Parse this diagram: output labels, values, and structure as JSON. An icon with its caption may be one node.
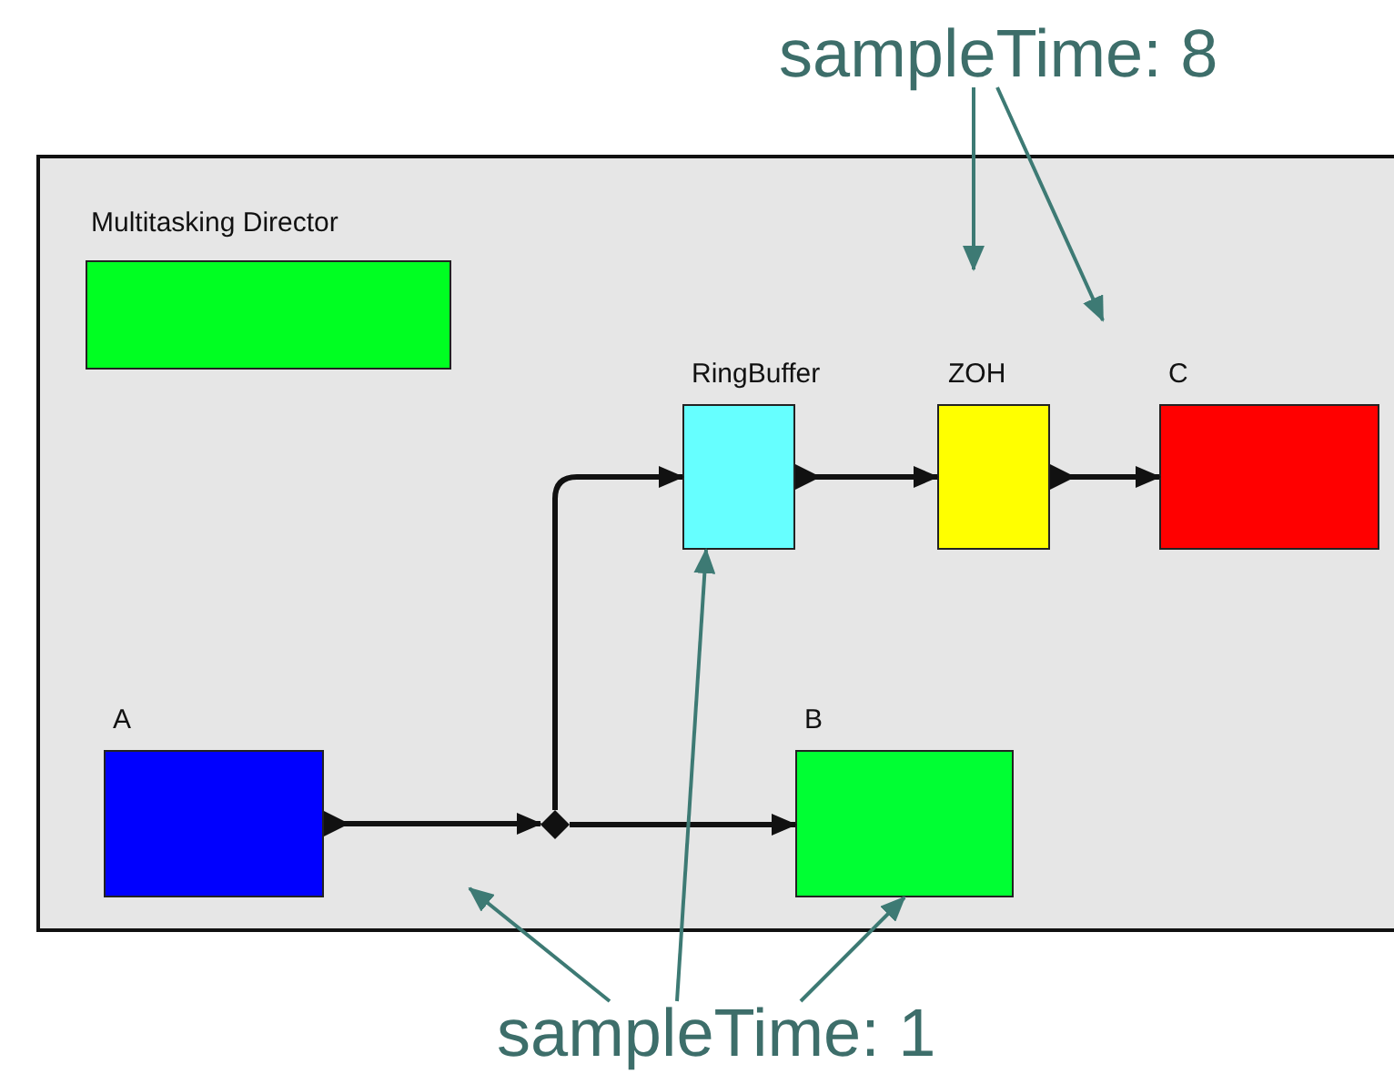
{
  "diagram": {
    "nodes": [
      {
        "text": [],
        "shape": "box"
      },
      {
        "text": [
          "Multitasking Director"
        ],
        "in": 0
      },
      {
        "text": [
          "A"
        ],
        "in": 0
      },
      {
        "text": [
          "RingBuffer"
        ],
        "in": 0
      },
      {
        "text": [
          "ZOH"
        ],
        "in": 0
      },
      {
        "text": [
          "C"
        ],
        "in": 0
      },
      {
        "text": [
          "B"
        ],
        "in": 0
      },
      {
        "text": [],
        "shape": "diamond",
        "in": 0
      },
      {
        "text": [
          "sampleTime: 8"
        ]
      },
      {
        "text": [
          "sampleTime: 1"
        ]
      }
    ],
    "edges": [
      {
        "from": 2,
        "to": 7,
        "arrow": "to"
      },
      {
        "from": 7,
        "to": 6,
        "arrow": "to"
      },
      {
        "from": 7,
        "to": 3,
        "arrow": "to"
      },
      {
        "from": 3,
        "to": 4,
        "arrow": "to"
      },
      {
        "from": 4,
        "to": 5,
        "arrow": "to"
      },
      {
        "from": 8,
        "to": 0,
        "arrow": "to",
        "color": "#3d7a74"
      },
      {
        "from": 8,
        "to": 0,
        "arrow": "to",
        "color": "#3d7a74"
      },
      {
        "from": 9,
        "to": 0,
        "arrow": "to",
        "color": "#3d7a74"
      },
      {
        "from": 9,
        "to": 3,
        "arrow": "to",
        "color": "#3d7a74"
      },
      {
        "from": 9,
        "to": 6,
        "arrow": "to",
        "color": "#3d7a74"
      }
    ]
  }
}
